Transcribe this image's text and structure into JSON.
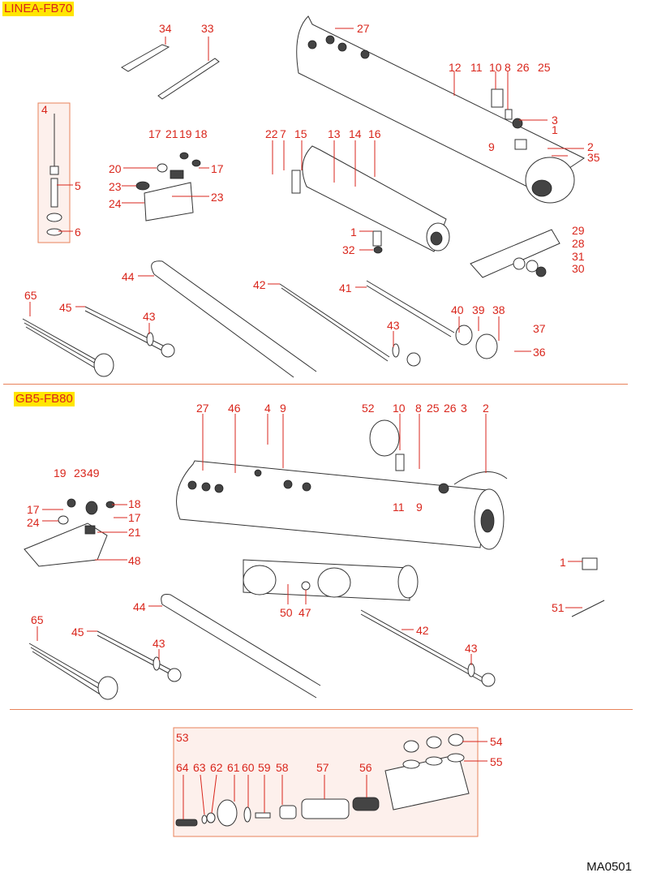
{
  "sections": [
    {
      "title": "LINEA-FB70"
    },
    {
      "title": "GB5-FB80"
    }
  ],
  "footer": {
    "code": "MA0501"
  },
  "callouts": {
    "linea": [
      {
        "id": "34",
        "text": "34"
      },
      {
        "id": "33",
        "text": "33"
      },
      {
        "id": "27",
        "text": "27"
      },
      {
        "id": "4",
        "text": "4"
      },
      {
        "id": "5",
        "text": "5"
      },
      {
        "id": "6",
        "text": "6"
      },
      {
        "id": "17a",
        "text": "17"
      },
      {
        "id": "21",
        "text": "21"
      },
      {
        "id": "19",
        "text": "19"
      },
      {
        "id": "18",
        "text": "18"
      },
      {
        "id": "20",
        "text": "20"
      },
      {
        "id": "17b",
        "text": "17"
      },
      {
        "id": "23a",
        "text": "23"
      },
      {
        "id": "23b",
        "text": "23"
      },
      {
        "id": "24",
        "text": "24"
      },
      {
        "id": "12",
        "text": "12"
      },
      {
        "id": "11",
        "text": "11"
      },
      {
        "id": "10",
        "text": "10"
      },
      {
        "id": "8",
        "text": "8"
      },
      {
        "id": "26",
        "text": "26"
      },
      {
        "id": "25",
        "text": "25"
      },
      {
        "id": "3",
        "text": "3"
      },
      {
        "id": "1a",
        "text": "1"
      },
      {
        "id": "9",
        "text": "9"
      },
      {
        "id": "2",
        "text": "2"
      },
      {
        "id": "35",
        "text": "35"
      },
      {
        "id": "22",
        "text": "22"
      },
      {
        "id": "7",
        "text": "7"
      },
      {
        "id": "15",
        "text": "15"
      },
      {
        "id": "13",
        "text": "13"
      },
      {
        "id": "14",
        "text": "14"
      },
      {
        "id": "16",
        "text": "16"
      },
      {
        "id": "1b",
        "text": "1"
      },
      {
        "id": "32",
        "text": "32"
      },
      {
        "id": "29",
        "text": "29"
      },
      {
        "id": "28",
        "text": "28"
      },
      {
        "id": "31",
        "text": "31"
      },
      {
        "id": "30",
        "text": "30"
      },
      {
        "id": "44",
        "text": "44"
      },
      {
        "id": "42",
        "text": "42"
      },
      {
        "id": "41",
        "text": "41"
      },
      {
        "id": "65",
        "text": "65"
      },
      {
        "id": "45",
        "text": "45"
      },
      {
        "id": "43a",
        "text": "43"
      },
      {
        "id": "43b",
        "text": "43"
      },
      {
        "id": "40",
        "text": "40"
      },
      {
        "id": "39",
        "text": "39"
      },
      {
        "id": "38",
        "text": "38"
      },
      {
        "id": "37",
        "text": "37"
      },
      {
        "id": "36",
        "text": "36"
      }
    ],
    "gb5": [
      {
        "id": "27",
        "text": "27"
      },
      {
        "id": "46",
        "text": "46"
      },
      {
        "id": "4",
        "text": "4"
      },
      {
        "id": "9a",
        "text": "9"
      },
      {
        "id": "52",
        "text": "52"
      },
      {
        "id": "10",
        "text": "10"
      },
      {
        "id": "8",
        "text": "8"
      },
      {
        "id": "25",
        "text": "25"
      },
      {
        "id": "26",
        "text": "26"
      },
      {
        "id": "3",
        "text": "3"
      },
      {
        "id": "2",
        "text": "2"
      },
      {
        "id": "11",
        "text": "11"
      },
      {
        "id": "9b",
        "text": "9"
      },
      {
        "id": "19",
        "text": "19"
      },
      {
        "id": "23",
        "text": "23"
      },
      {
        "id": "49",
        "text": "49"
      },
      {
        "id": "17a",
        "text": "17"
      },
      {
        "id": "18",
        "text": "18"
      },
      {
        "id": "24",
        "text": "24"
      },
      {
        "id": "17b",
        "text": "17"
      },
      {
        "id": "21",
        "text": "21"
      },
      {
        "id": "48",
        "text": "48"
      },
      {
        "id": "1",
        "text": "1"
      },
      {
        "id": "44",
        "text": "44"
      },
      {
        "id": "50",
        "text": "50"
      },
      {
        "id": "47",
        "text": "47"
      },
      {
        "id": "51",
        "text": "51"
      },
      {
        "id": "42",
        "text": "42"
      },
      {
        "id": "65",
        "text": "65"
      },
      {
        "id": "45",
        "text": "45"
      },
      {
        "id": "43a",
        "text": "43"
      },
      {
        "id": "43b",
        "text": "43"
      }
    ],
    "valve": [
      {
        "id": "53",
        "text": "53"
      },
      {
        "id": "54",
        "text": "54"
      },
      {
        "id": "55",
        "text": "55"
      },
      {
        "id": "64",
        "text": "64"
      },
      {
        "id": "63",
        "text": "63"
      },
      {
        "id": "62",
        "text": "62"
      },
      {
        "id": "61",
        "text": "61"
      },
      {
        "id": "60",
        "text": "60"
      },
      {
        "id": "59",
        "text": "59"
      },
      {
        "id": "58",
        "text": "58"
      },
      {
        "id": "57",
        "text": "57"
      },
      {
        "id": "56",
        "text": "56"
      }
    ]
  },
  "colors": {
    "accent": "#d9261c",
    "highlight": "#ffe600",
    "divider": "#e8825a",
    "boxfill": "#fdf0ec"
  }
}
